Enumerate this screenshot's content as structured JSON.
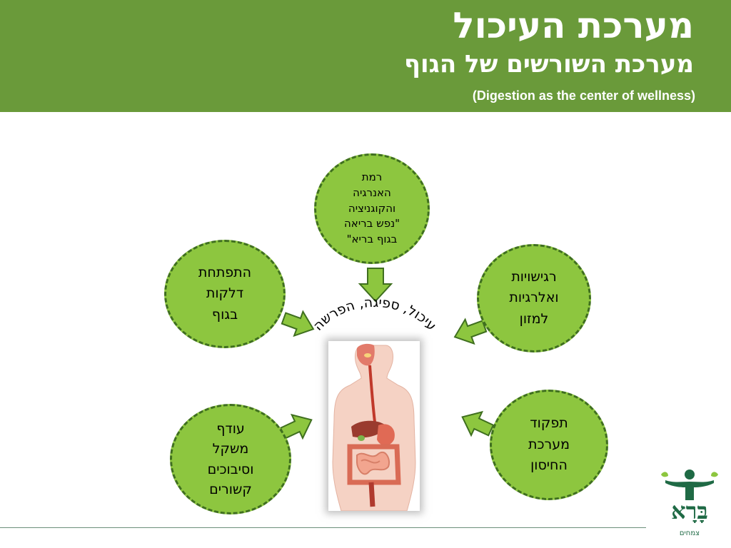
{
  "header": {
    "title": "מערכת העיכול",
    "subtitle": "מערכת השורשים של הגוף",
    "tagline": "(Digestion as the center of wellness)"
  },
  "diagram": {
    "center_arc_text": "עיכול, ספיגה, הפרשה",
    "nodes": {
      "top": "רמת\nהאנרגיה\nוהקוגניציה\n\"נפש בריאה\nבגוף בריא\"",
      "left": "התפתחת\nדלקות\nבגוף",
      "right": "רגישויות\nואלרגיות\nלמזון",
      "bottom_left": "עודף\nמשקל\nוסיבוכים\nקשורים",
      "bottom_right": "תפקוד\nמערכת\nהחיסון"
    }
  },
  "logo": {
    "name": "בָּרָא",
    "sub": "צמחים"
  },
  "colors": {
    "header_green": "#6a9a3a",
    "circle_fill": "#8dc63f",
    "circle_border": "#3f6f1f",
    "arrow_fill": "#8dc63f",
    "logo_green": "#1f6a45"
  }
}
